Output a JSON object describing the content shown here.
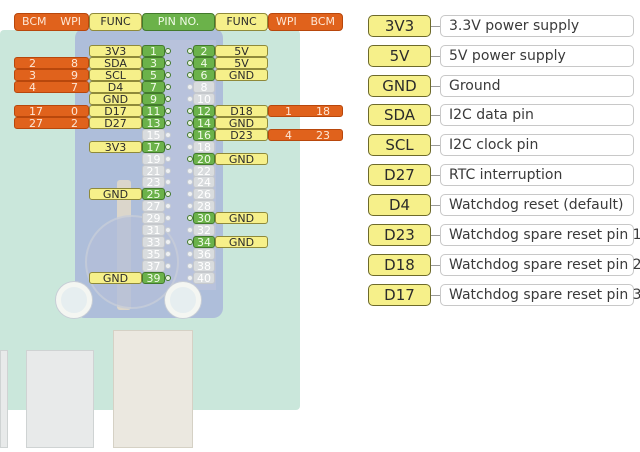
{
  "header": {
    "left_bcm": "BCM",
    "left_wpi": "WPI",
    "left_func": "FUNC",
    "pin_no": "PIN NO.",
    "right_func": "FUNC",
    "right_wpi": "WPI",
    "right_bcm": "BCM"
  },
  "pins_left": [
    {
      "pin": "1",
      "func": "3V3",
      "bcm": "",
      "wpi": "",
      "active": true
    },
    {
      "pin": "3",
      "func": "SDA",
      "bcm": "2",
      "wpi": "8",
      "active": true
    },
    {
      "pin": "5",
      "func": "SCL",
      "bcm": "3",
      "wpi": "9",
      "active": true
    },
    {
      "pin": "7",
      "func": "D4",
      "bcm": "4",
      "wpi": "7",
      "active": true
    },
    {
      "pin": "9",
      "func": "GND",
      "bcm": "",
      "wpi": "",
      "active": true
    },
    {
      "pin": "11",
      "func": "D17",
      "bcm": "17",
      "wpi": "0",
      "active": true
    },
    {
      "pin": "13",
      "func": "D27",
      "bcm": "27",
      "wpi": "2",
      "active": true
    },
    {
      "pin": "15",
      "func": "",
      "bcm": "",
      "wpi": "",
      "active": false
    },
    {
      "pin": "17",
      "func": "3V3",
      "bcm": "",
      "wpi": "",
      "active": true
    },
    {
      "pin": "19",
      "func": "",
      "bcm": "",
      "wpi": "",
      "active": false
    },
    {
      "pin": "21",
      "func": "",
      "bcm": "",
      "wpi": "",
      "active": false
    },
    {
      "pin": "23",
      "func": "",
      "bcm": "",
      "wpi": "",
      "active": false
    },
    {
      "pin": "25",
      "func": "GND",
      "bcm": "",
      "wpi": "",
      "active": true
    },
    {
      "pin": "27",
      "func": "",
      "bcm": "",
      "wpi": "",
      "active": false
    },
    {
      "pin": "29",
      "func": "",
      "bcm": "",
      "wpi": "",
      "active": false
    },
    {
      "pin": "31",
      "func": "",
      "bcm": "",
      "wpi": "",
      "active": false
    },
    {
      "pin": "33",
      "func": "",
      "bcm": "",
      "wpi": "",
      "active": false
    },
    {
      "pin": "35",
      "func": "",
      "bcm": "",
      "wpi": "",
      "active": false
    },
    {
      "pin": "37",
      "func": "",
      "bcm": "",
      "wpi": "",
      "active": false
    },
    {
      "pin": "39",
      "func": "GND",
      "bcm": "",
      "wpi": "",
      "active": true
    }
  ],
  "pins_right": [
    {
      "pin": "2",
      "func": "5V",
      "bcm": "",
      "wpi": "",
      "active": true
    },
    {
      "pin": "4",
      "func": "5V",
      "bcm": "",
      "wpi": "",
      "active": true
    },
    {
      "pin": "6",
      "func": "GND",
      "bcm": "",
      "wpi": "",
      "active": true
    },
    {
      "pin": "8",
      "func": "",
      "bcm": "",
      "wpi": "",
      "active": false
    },
    {
      "pin": "10",
      "func": "",
      "bcm": "",
      "wpi": "",
      "active": false
    },
    {
      "pin": "12",
      "func": "D18",
      "bcm": "18",
      "wpi": "1",
      "active": true
    },
    {
      "pin": "14",
      "func": "GND",
      "bcm": "",
      "wpi": "",
      "active": true
    },
    {
      "pin": "16",
      "func": "D23",
      "bcm": "23",
      "wpi": "4",
      "active": true
    },
    {
      "pin": "18",
      "func": "",
      "bcm": "",
      "wpi": "",
      "active": false
    },
    {
      "pin": "20",
      "func": "GND",
      "bcm": "",
      "wpi": "",
      "active": true
    },
    {
      "pin": "22",
      "func": "",
      "bcm": "",
      "wpi": "",
      "active": false
    },
    {
      "pin": "24",
      "func": "",
      "bcm": "",
      "wpi": "",
      "active": false
    },
    {
      "pin": "26",
      "func": "",
      "bcm": "",
      "wpi": "",
      "active": false
    },
    {
      "pin": "28",
      "func": "",
      "bcm": "",
      "wpi": "",
      "active": false
    },
    {
      "pin": "30",
      "func": "GND",
      "bcm": "",
      "wpi": "",
      "active": true
    },
    {
      "pin": "32",
      "func": "",
      "bcm": "",
      "wpi": "",
      "active": false
    },
    {
      "pin": "34",
      "func": "GND",
      "bcm": "",
      "wpi": "",
      "active": true
    },
    {
      "pin": "36",
      "func": "",
      "bcm": "",
      "wpi": "",
      "active": false
    },
    {
      "pin": "38",
      "func": "",
      "bcm": "",
      "wpi": "",
      "active": false
    },
    {
      "pin": "40",
      "func": "",
      "bcm": "",
      "wpi": "",
      "active": false
    }
  ],
  "legend": [
    {
      "key": "3V3",
      "desc": "3.3V power supply"
    },
    {
      "key": "5V",
      "desc": "5V power supply"
    },
    {
      "key": "GND",
      "desc": "Ground"
    },
    {
      "key": "SDA",
      "desc": "I2C data pin"
    },
    {
      "key": "SCL",
      "desc": "I2C clock pin"
    },
    {
      "key": "D27",
      "desc": "RTC interruption"
    },
    {
      "key": "D4",
      "desc": "Watchdog reset (default)"
    },
    {
      "key": "D23",
      "desc": "Watchdog spare reset pin 1"
    },
    {
      "key": "D18",
      "desc": "Watchdog spare reset pin 2"
    },
    {
      "key": "D17",
      "desc": "Watchdog spare reset pin 3"
    }
  ],
  "colors": {
    "bcm_wpi": "#e0621c",
    "func": "#f6f08a",
    "pin_active": "#6bb24a",
    "pin_inactive": "#d9dcde"
  }
}
